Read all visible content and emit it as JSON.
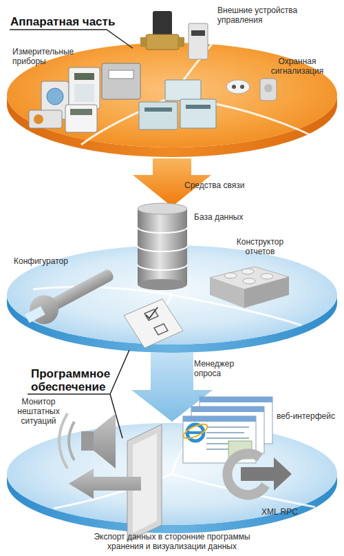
{
  "diagram": {
    "nodes": [
      {
        "text": [
          "Аппаратная часть",
          "Измерительные приборы",
          "Внешние устройства управления",
          "Охранная сигнализация"
        ]
      },
      {
        "text": [
          "База данных",
          "Конфигуратор",
          "Конструктор отчетов",
          "Менеджер опроса"
        ]
      },
      {
        "text": [
          "Монитор нештатных ситуаций",
          "веб-интерфейс",
          "XML RPC",
          "Экспорт данных в сторонние программы хранения и визуализации данных"
        ]
      }
    ],
    "edges": [
      {
        "from": 0,
        "to": 1,
        "arrow": "to",
        "label": "Средства связи"
      },
      {
        "from": 1,
        "to": 2,
        "arrow": "to"
      }
    ],
    "labels": [
      "Программное обеспечение"
    ]
  }
}
